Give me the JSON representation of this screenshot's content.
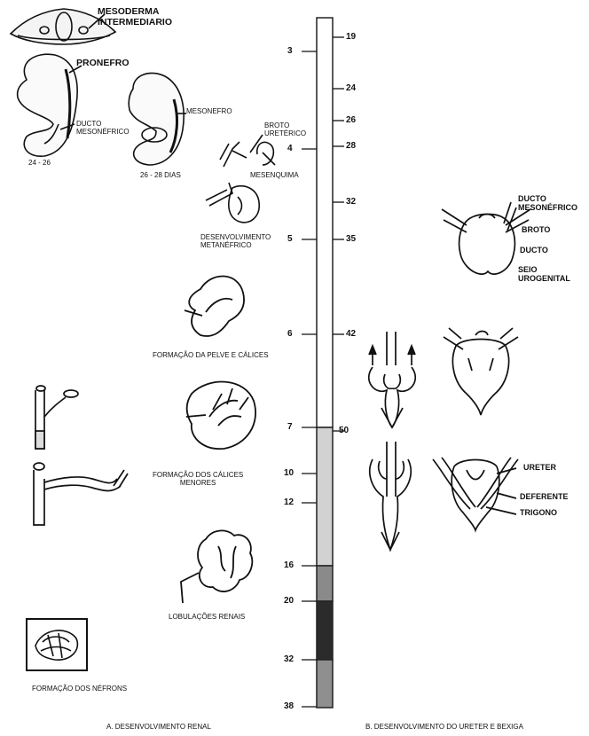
{
  "left_labels": {
    "mesoderma": "MESODERMA\nINTERMEDIARIO",
    "pronefro": "PRONEFRO",
    "ducto_meso": "DUCTO\nMESONÉFRICO",
    "age_24_26": "24 - 26",
    "mesonefro": "MESONEFRO",
    "age_26_28": "26 - 28 DIAS",
    "broto_ureterico": "BROTO\nURETÉRICO",
    "mesenquima": "MESENQUIMA",
    "desenvolvimento": "DESENVOLVIMENTO\nMETANÉFRICO",
    "pelve": "FORMAÇÃO DA PELVE E CÁLICES",
    "calices_menores": "FORMAÇÃO DOS CÁLICES\nMENORES",
    "lobulacoes": "LOBULAÇÕES RENAIS",
    "nefrons": "FORMAÇÃO DOS NÉFRONS"
  },
  "right_labels": {
    "ducto_meso": "DUCTO\nMESONÉFRICO",
    "broto": "BROTO",
    "ducto": "DUCTO",
    "seio": "SEIO\nUROGENITAL",
    "ureter": "URETER",
    "deferente": "DEFERENTE",
    "trigono": "TRIGONO"
  },
  "captions": {
    "a": "A. DESENVOLVIMENTO RENAL",
    "b": "B. DESENVOLVIMENTO DO URETER E BEXIGA"
  },
  "timeline": {
    "left_ticks": [
      "3",
      "4",
      "5",
      "6",
      "7",
      "10",
      "12",
      "16",
      "20",
      "32",
      "38"
    ],
    "right_ticks": [
      "19",
      "24",
      "26",
      "28",
      "32",
      "35",
      "42",
      "50"
    ]
  }
}
